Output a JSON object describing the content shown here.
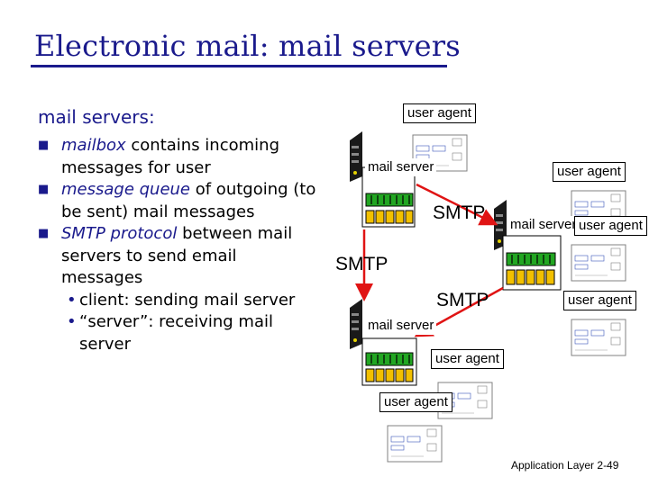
{
  "slide": {
    "title": "Electronic mail: mail servers",
    "heading": "mail servers:",
    "bullets": [
      {
        "em": "mailbox",
        "rest": " contains incoming messages for user"
      },
      {
        "em": "message queue",
        "rest": " of outgoing (to be sent) mail messages"
      },
      {
        "em": "SMTP protocol",
        "rest": " between mail servers to send email messages"
      }
    ],
    "subbullets": [
      "client: sending mail server",
      "“server”: receiving mail server"
    ],
    "footer": "Application Layer 2-49"
  },
  "diagram": {
    "user_agent_label": "user agent",
    "mail_server_label": "mail server",
    "smtp_label": "SMTP"
  },
  "colors": {
    "title": "#1a1a8c",
    "arrow": "#e01414",
    "queue": "#f2c000",
    "mailbox": "#22a622"
  }
}
